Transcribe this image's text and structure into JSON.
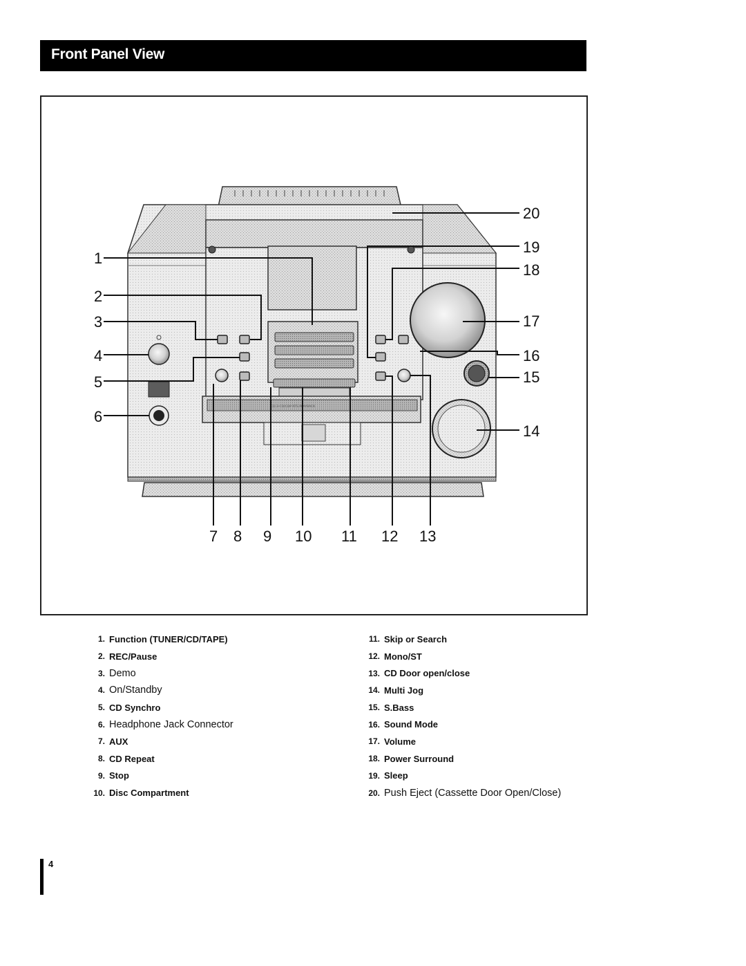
{
  "header": {
    "title": "Front Panel View"
  },
  "figure": {
    "callouts": [
      "1",
      "2",
      "3",
      "4",
      "5",
      "6",
      "7",
      "8",
      "9",
      "10",
      "11",
      "12",
      "13",
      "14",
      "15",
      "16",
      "17",
      "18",
      "19",
      "20"
    ],
    "panel_text": {
      "playback_strip": "CD 3-CD/CDP RTS PLAYBACK"
    }
  },
  "legend": {
    "left": [
      {
        "num": "1.",
        "label": "Function (TUNER/CD/TAPE)",
        "large": false
      },
      {
        "num": "2.",
        "label": "REC/Pause",
        "large": false
      },
      {
        "num": "3.",
        "label": "Demo",
        "large": true
      },
      {
        "num": "4.",
        "label": "On/Standby",
        "large": true
      },
      {
        "num": "5.",
        "label": "CD Synchro",
        "large": false
      },
      {
        "num": "6.",
        "label": "Headphone Jack Connector",
        "large": true
      },
      {
        "num": "7.",
        "label": "AUX",
        "large": false
      },
      {
        "num": "8.",
        "label": "CD Repeat",
        "large": false
      },
      {
        "num": "9.",
        "label": "Stop",
        "large": false
      },
      {
        "num": "10.",
        "label": "Disc Compartment",
        "large": false
      }
    ],
    "right": [
      {
        "num": "11.",
        "label": "Skip or Search",
        "large": false
      },
      {
        "num": "12.",
        "label": "Mono/ST",
        "large": false
      },
      {
        "num": "13.",
        "label": "CD Door open/close",
        "large": false
      },
      {
        "num": "14.",
        "label": "Multi Jog",
        "large": false
      },
      {
        "num": "15.",
        "label": "S.Bass",
        "large": false
      },
      {
        "num": "16.",
        "label": "Sound Mode",
        "large": false
      },
      {
        "num": "17.",
        "label": "Volume",
        "large": false
      },
      {
        "num": "18.",
        "label": "Power Surround",
        "large": false
      },
      {
        "num": "19.",
        "label": "Sleep",
        "large": false
      },
      {
        "num": "20.",
        "label": "Push Eject (Cassette Door Open/Close)",
        "large": true
      }
    ]
  },
  "footer": {
    "page_number": "4"
  }
}
